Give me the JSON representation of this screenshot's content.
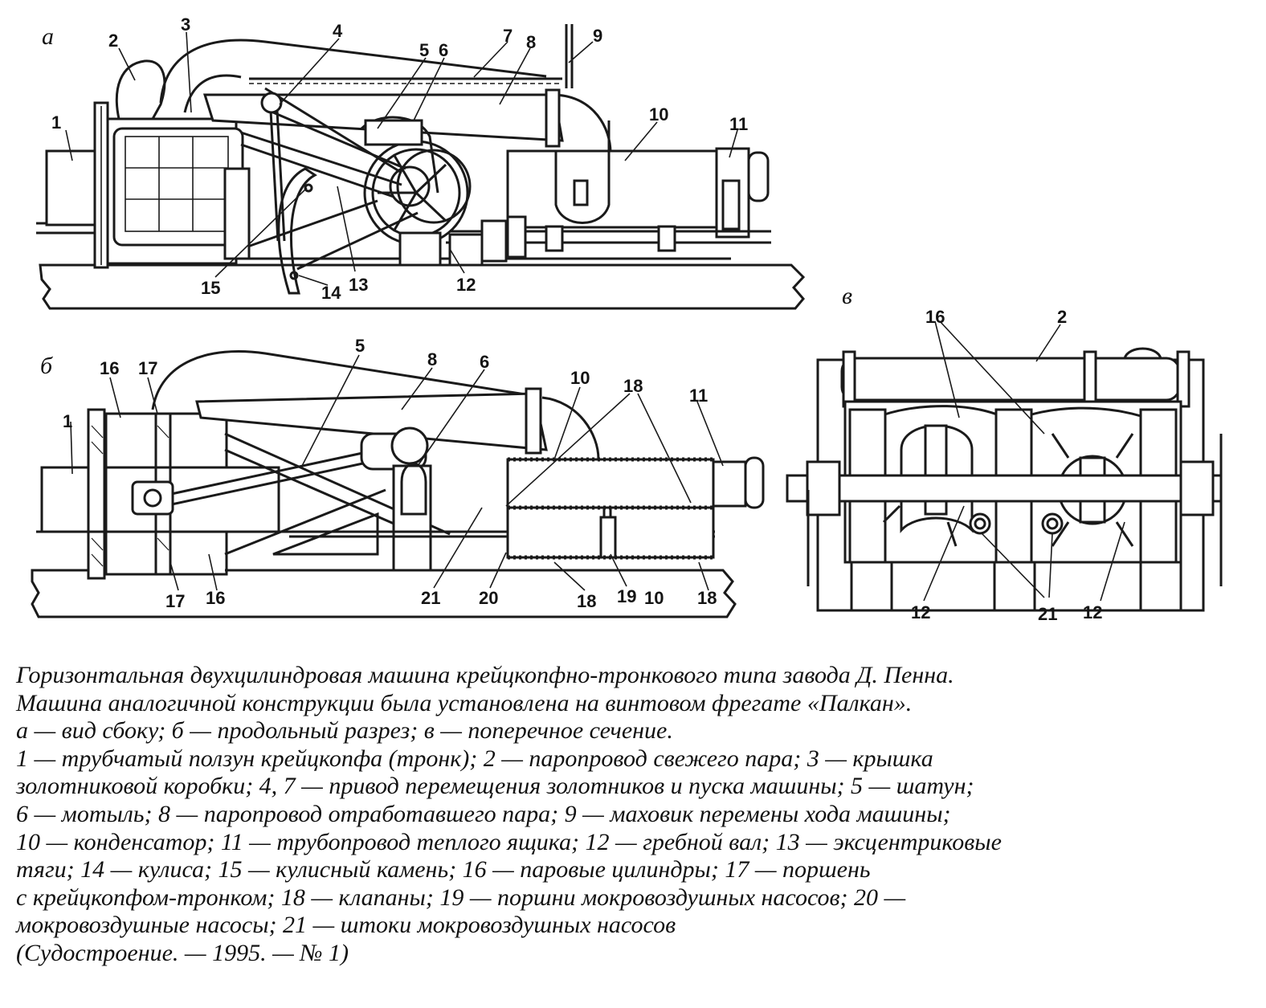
{
  "views": {
    "a": "а",
    "b": "б",
    "v": "в"
  },
  "labels": {
    "a": [
      "1",
      "2",
      "3",
      "4",
      "5",
      "6",
      "7",
      "8",
      "9",
      "10",
      "11",
      "12",
      "13",
      "14",
      "15"
    ],
    "b": [
      "1",
      "16",
      "17",
      "5",
      "8",
      "6",
      "10",
      "18",
      "11",
      "17",
      "16",
      "21",
      "20",
      "18",
      "19",
      "10",
      "18"
    ],
    "v": [
      "16",
      "2",
      "12",
      "21",
      "12"
    ]
  },
  "caption": {
    "lines": [
      "Горизонтальная двухцилиндровая машина крейцкопфно-тронкового типа завода Д. Пенна.",
      "Машина аналогичной конструкции была установлена на винтовом фрегате «Палкан».",
      "а — вид сбоку; б — продольный разрез; в — поперечное сечение.",
      "1 — трубчатый ползун крейцкопфа (тронк); 2 — паропровод свежего пара; 3 — крышка",
      "золотниковой коробки; 4, 7 — привод перемещения золотников и пуска машины; 5 — шатун;",
      "6 — мотыль; 8 — паропровод отработавшего пара; 9 — маховик перемены хода машины;",
      "10 — конденсатор; 11 — трубопровод теплого ящика; 12 — гребной вал; 13 — эксцентриковые",
      "тяги; 14 — кулиса; 15 — кулисный камень; 16 — паровые цилиндры; 17 — поршень",
      "с крейцкопфом-тронком; 18 — клапаны; 19 — поршни мокровоздушных насосов; 20 —",
      "мокровоздушные насосы; 21 — штоки мокровоздушных насосов",
      "(Судостроение. — 1995. — № 1)"
    ]
  }
}
